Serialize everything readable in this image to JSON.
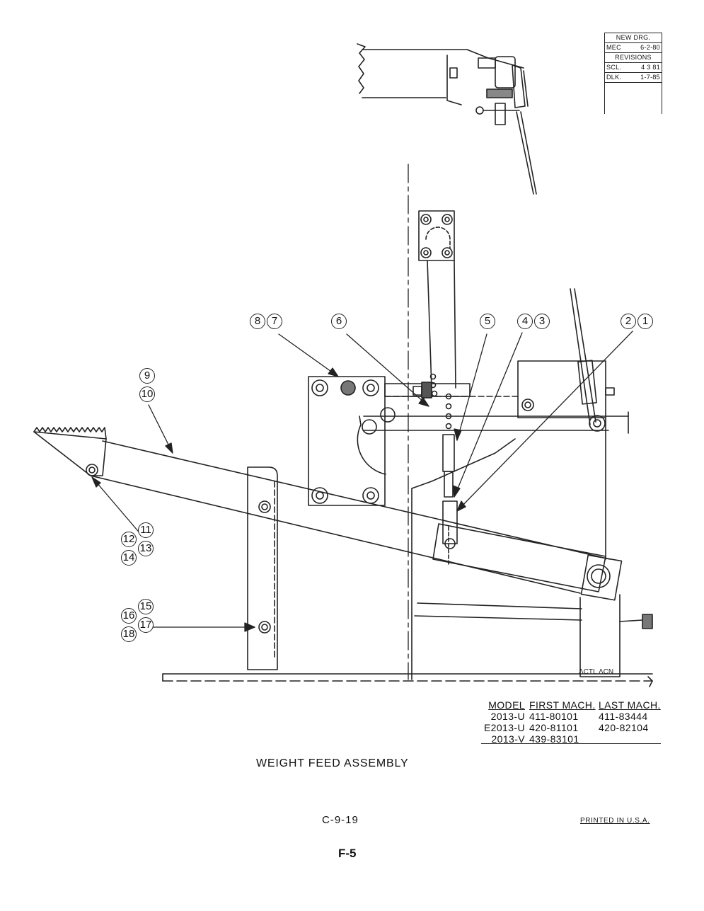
{
  "revisions": {
    "new_drg": "NEW DRG.",
    "mec_label": "MEC",
    "mec_date": "6-2-80",
    "revisions_label": "REVISIONS",
    "scl_label": "SCL.",
    "scl_date": "4 3 81",
    "dlk_label": "DLK.",
    "dlk_date": "1-7-85"
  },
  "callouts": [
    "8",
    "7",
    "6",
    "5",
    "4",
    "3",
    "2",
    "1",
    "9",
    "10",
    "11",
    "12",
    "13",
    "14",
    "15",
    "16",
    "17",
    "18"
  ],
  "model_table": {
    "headers": [
      "MODEL",
      "FIRST MACH.",
      "LAST MACH."
    ],
    "rows": [
      [
        "2013-U",
        "411-80101",
        "411-83444"
      ],
      [
        "E2013-U",
        "420-81101",
        "420-82104"
      ],
      [
        "2013-V",
        "439-83101",
        ""
      ]
    ]
  },
  "title": "WEIGHT FEED ASSEMBLY",
  "page_code": "C-9-19",
  "printed": "PRINTED IN U.S.A.",
  "section": "F-5"
}
